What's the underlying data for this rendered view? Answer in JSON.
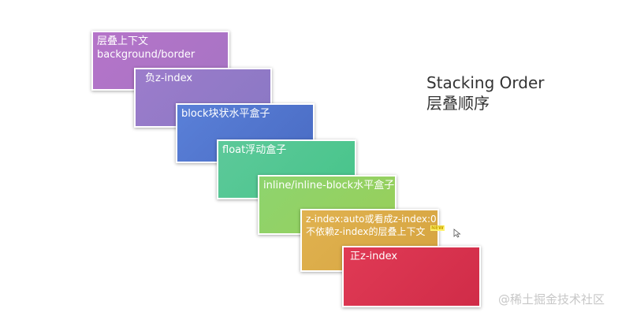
{
  "layers": [
    {
      "id": "l1",
      "lines": [
        "层叠上下文",
        "background/border"
      ]
    },
    {
      "id": "l2",
      "lines": [
        "负z-index"
      ]
    },
    {
      "id": "l3",
      "lines": [
        "block块状水平盒子"
      ]
    },
    {
      "id": "l4",
      "lines": [
        "float浮动盒子"
      ]
    },
    {
      "id": "l5",
      "lines": [
        "inline/inline-block水平盒子"
      ]
    },
    {
      "id": "l6",
      "lines": [
        "z-index:auto或看成z-index:0",
        "不依赖z-index的层叠上下文"
      ]
    },
    {
      "id": "l7",
      "lines": [
        "正z-index"
      ]
    }
  ],
  "badge": {
    "label": "NEW"
  },
  "title": {
    "line1": "Stacking Order",
    "line2": "层叠顺序"
  },
  "watermark": {
    "text": "@稀土掘金技术社区"
  },
  "colors": {
    "layer1": "#b574c9",
    "layer2": "#8a78c4",
    "layer3": "#4a6cc4",
    "layer4": "#47c48a",
    "layer5": "#98cf5a",
    "layer6": "#d6a440",
    "layer7": "#d02c48"
  }
}
